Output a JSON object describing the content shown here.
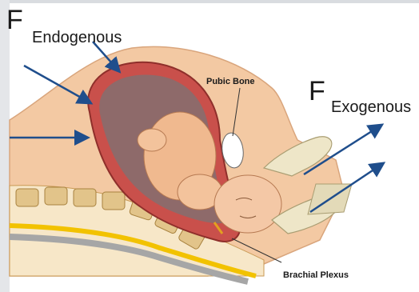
{
  "labels": {
    "panel_left": "F",
    "panel_right": "F",
    "endogenous": "Endogenous",
    "exogenous": "Exogenous",
    "pubic_bone": "Pubic Bone",
    "brachial_plexus": "Brachial Plexus"
  },
  "colors": {
    "arrow": "#1f4e8c",
    "uterus": "#c9504b",
    "skin": "#f3c9a3",
    "spine_bone": "#e2c48a",
    "frame": "#d9dce0"
  },
  "icons": {
    "force_arrow": "arrow-icon"
  }
}
